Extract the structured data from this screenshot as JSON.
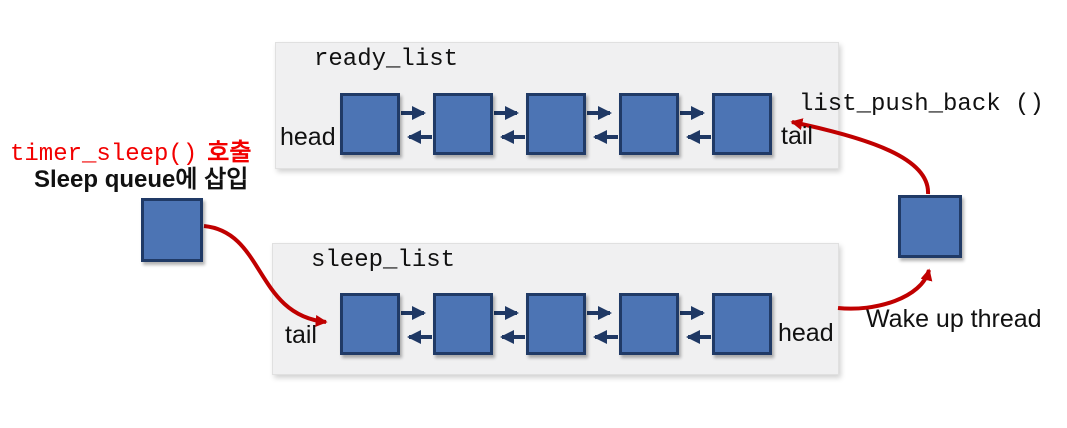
{
  "colors": {
    "node_fill": "#4c74b4",
    "node_border": "#203a66",
    "link_arrow": "#1f3864",
    "red_arrow": "#c00000",
    "red_text": "#f20000",
    "panel_bg": "#f0f0f1"
  },
  "ready_list": {
    "title": "ready_list",
    "head_label": "head",
    "tail_label": "tail",
    "node_count": 5
  },
  "sleep_list": {
    "title": "sleep_list",
    "tail_label": "tail",
    "head_label": "head",
    "node_count": 5
  },
  "annotations": {
    "timer_sleep_code": "timer_sleep()",
    "timer_sleep_suffix": "호출",
    "sleep_insert": "Sleep queue에 삽입",
    "list_push_back": "list_push_back ()",
    "wake_up": "Wake up thread"
  }
}
